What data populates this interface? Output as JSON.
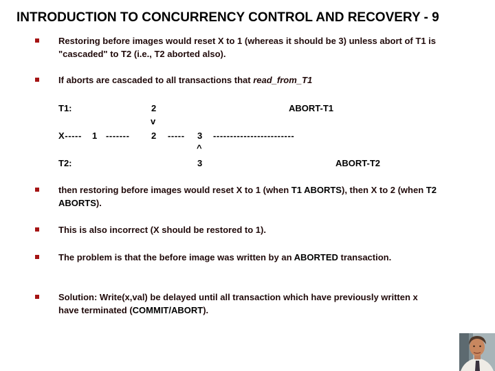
{
  "slide": {
    "title": "INTRODUCTION TO CONCURRENCY CONTROL AND RECOVERY - 9"
  },
  "colors": {
    "title_text": "#000000",
    "body_text": "#200a0a",
    "diagram_text": "#000000",
    "bullet_marker": "#a51414"
  },
  "icons": {
    "bullet_marker": "small-red-square",
    "presenter_photo": "portrait-photo-of-presenter"
  },
  "bullets": [
    {
      "segments": [
        {
          "t": "Restoring before images would reset X to 1 (whereas it should be 3) unless abort of T1 is \"cascaded\" to T2 (i.e., T2 aborted also)."
        }
      ]
    },
    {
      "segments": [
        {
          "t": "If aborts are cascaded to all transactions that "
        },
        {
          "t": "read_from_T1",
          "i": true
        }
      ]
    },
    {
      "segments": [
        {
          "t": "then restoring before images would reset X to 1 (when "
        },
        {
          "t": "T1 ABORTS",
          "k": true
        },
        {
          "t": "), then X to 2 (when "
        },
        {
          "t": "T2 ABORTS",
          "k": true
        },
        {
          "t": ")."
        }
      ]
    },
    {
      "segments": [
        {
          "t": "This is also incorrect (X should be restored to 1)."
        }
      ]
    },
    {
      "segments": [
        {
          "t": "The problem is that the before image was written by an "
        },
        {
          "t": "ABORTED",
          "k": true
        },
        {
          "t": " transaction."
        }
      ]
    },
    {
      "segments": [
        {
          "t": "Solution: Write(x,val) be delayed until all transaction which have previously written x have terminated ("
        },
        {
          "t": "COMMIT/ABORT",
          "k": true
        },
        {
          "t": ")."
        }
      ]
    }
  ],
  "diagram": {
    "t1_label": "T1:",
    "t1_write_value": "2",
    "t1_abort": "ABORT-T1",
    "down_arrow": "v",
    "x_label": "X-----",
    "x_value_1": "1",
    "dash_1": "-------",
    "x_value_2": "2",
    "dash_2": "-----",
    "x_value_3": "3",
    "dash_3": "------------------------",
    "up_arrow": "^",
    "t2_label": "T2:",
    "t2_write_value": "3",
    "t2_abort": "ABORT-T2"
  }
}
